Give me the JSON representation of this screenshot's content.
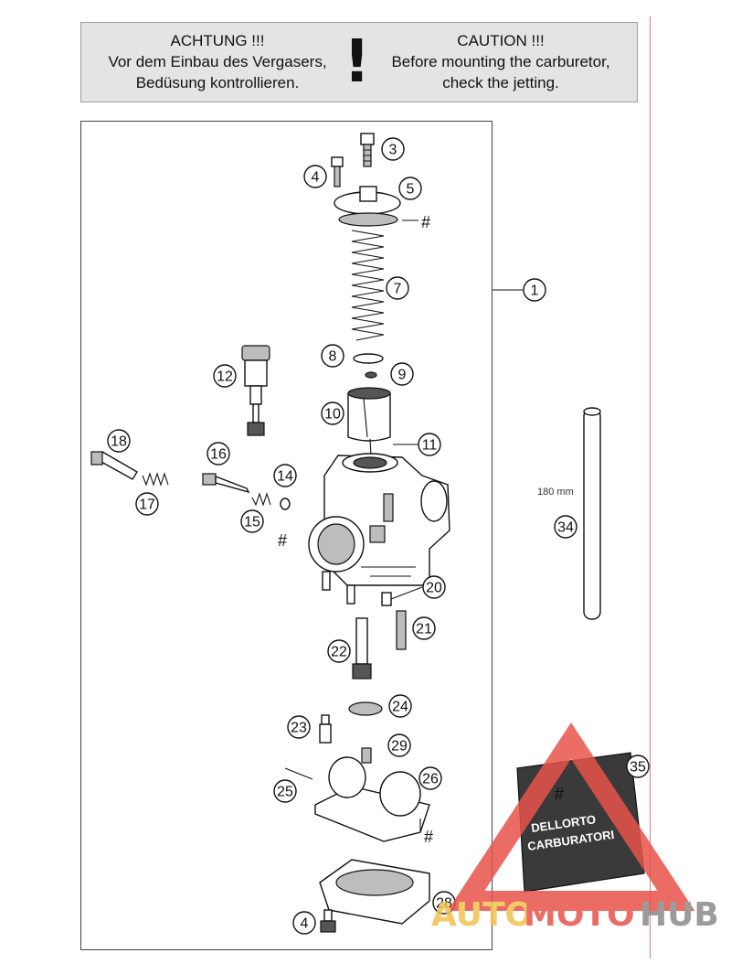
{
  "notice": {
    "de_line1": "ACHTUNG !!!",
    "de_line2": "Vor dem Einbau des Vergasers,",
    "de_line3": "Bedüsung kontrollieren.",
    "exclamation": "!",
    "en_line1": "CAUTION !!!",
    "en_line2": "Before mounting the carburetor,",
    "en_line3": "check the jetting."
  },
  "callouts": [
    "1",
    "3",
    "4",
    "5",
    "7",
    "8",
    "9",
    "10",
    "11",
    "12",
    "14",
    "15",
    "16",
    "17",
    "18",
    "20",
    "21",
    "22",
    "23",
    "24",
    "25",
    "26",
    "28",
    "29",
    "34",
    "35",
    "4"
  ],
  "hash_mark": "#",
  "dimension_label": "180 mm",
  "bag_brand": "DELLORTO",
  "bag_sub": "CARBURATORI",
  "watermark": {
    "part1": "AUTO",
    "part2": "MOTO",
    "part3": "HUB",
    "colors": {
      "auto": "#f2c14e",
      "moto": "#e8534a",
      "hub": "#8a8a8a",
      "triangle": "#e8534a"
    }
  }
}
